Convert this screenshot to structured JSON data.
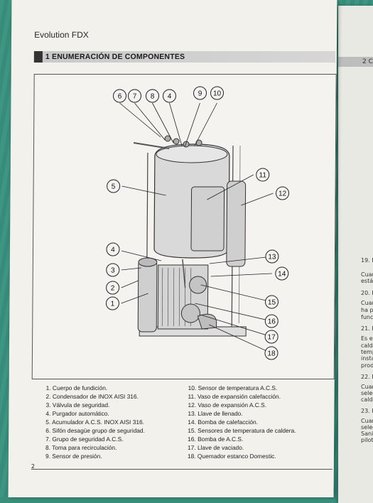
{
  "document": {
    "brand": "Evolution FDX",
    "section_title": "1 ENUMERACIÓN DE COMPONENTES",
    "page_number": "2"
  },
  "callouts": [
    "6",
    "7",
    "8",
    "4",
    "9",
    "10",
    "5",
    "11",
    "12",
    "4",
    "3",
    "2",
    "1",
    "13",
    "14",
    "15",
    "16",
    "17",
    "18"
  ],
  "legend_left": [
    "1. Cuerpo de fundición.",
    "2. Condensador de INOX AISI 316.",
    "3. Válvula de seguridad.",
    "4. Purgador automático.",
    "5. Acumulador A.C.S. INOX AISI 316.",
    "6. Sifón desagüe grupo de seguridad.",
    "7. Grupo de seguridad A.C.S.",
    "8. Toma para recirculación.",
    "9. Sensor de presión."
  ],
  "legend_right": [
    "10. Sensor de temperatura A.C.S.",
    "11. Vaso de expansión calefacción.",
    "12. Vaso de expansión A.C.S.",
    "13. Llave de llenado.",
    "14. Bomba de calefacción.",
    "15. Sensores de temperatura de caldera.",
    "16. Bomba de A.C.S.",
    "17. Llave de vaciado.",
    "18. Quemador estanco Domestic."
  ],
  "next_page": {
    "header": "2 C",
    "fragments": [
      "19. F",
      "Cuar",
      "está",
      "20. F",
      "Cuar",
      "ha p",
      "func",
      "21. D",
      "Es el",
      "calde",
      "temp",
      "insta",
      "prod",
      "22. F",
      "Cuar",
      "selec",
      "calde",
      "23. P",
      "Cuar",
      "selec",
      "Sanit",
      "pilot"
    ]
  }
}
